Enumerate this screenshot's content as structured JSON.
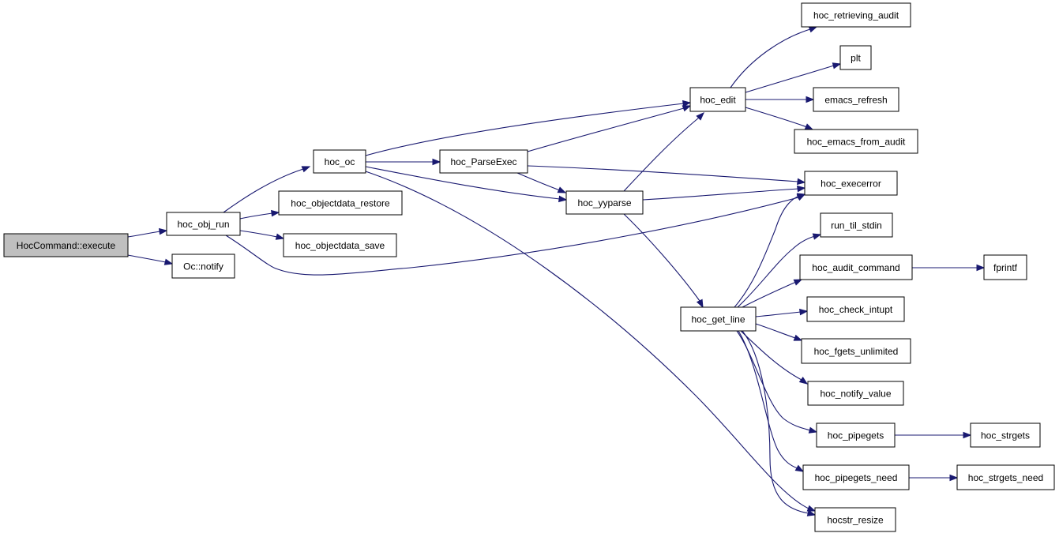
{
  "graph": {
    "colors": {
      "edge": "#191970",
      "node_border": "#000000",
      "node_fill": "#ffffff",
      "root_fill": "#bfbfbf"
    },
    "nodes": [
      {
        "id": "execute",
        "label": "HocCommand::execute",
        "root": true
      },
      {
        "id": "obj_run",
        "label": "hoc_obj_run"
      },
      {
        "id": "notify",
        "label": "Oc::notify"
      },
      {
        "id": "oc",
        "label": "hoc_oc"
      },
      {
        "id": "objdata_restore",
        "label": "hoc_objectdata_restore"
      },
      {
        "id": "objdata_save",
        "label": "hoc_objectdata_save"
      },
      {
        "id": "parseexec",
        "label": "hoc_ParseExec"
      },
      {
        "id": "yyparse",
        "label": "hoc_yyparse"
      },
      {
        "id": "edit",
        "label": "hoc_edit"
      },
      {
        "id": "get_line",
        "label": "hoc_get_line"
      },
      {
        "id": "retrieving_audit",
        "label": "hoc_retrieving_audit"
      },
      {
        "id": "plt",
        "label": "plt"
      },
      {
        "id": "emacs_refresh",
        "label": "emacs_refresh"
      },
      {
        "id": "emacs_from_audit",
        "label": "hoc_emacs_from_audit"
      },
      {
        "id": "execerror",
        "label": "hoc_execerror"
      },
      {
        "id": "run_til_stdin",
        "label": "run_til_stdin"
      },
      {
        "id": "audit_command",
        "label": "hoc_audit_command"
      },
      {
        "id": "fprintf",
        "label": "fprintf"
      },
      {
        "id": "check_intupt",
        "label": "hoc_check_intupt"
      },
      {
        "id": "fgets_unlimited",
        "label": "hoc_fgets_unlimited"
      },
      {
        "id": "notify_value",
        "label": "hoc_notify_value"
      },
      {
        "id": "pipegets",
        "label": "hoc_pipegets"
      },
      {
        "id": "strgets",
        "label": "hoc_strgets"
      },
      {
        "id": "pipegets_need",
        "label": "hoc_pipegets_need"
      },
      {
        "id": "strgets_need",
        "label": "hoc_strgets_need"
      },
      {
        "id": "hocstr_resize",
        "label": "hocstr_resize"
      }
    ],
    "edges": [
      {
        "from": "execute",
        "to": "obj_run"
      },
      {
        "from": "execute",
        "to": "notify"
      },
      {
        "from": "obj_run",
        "to": "oc"
      },
      {
        "from": "obj_run",
        "to": "objdata_restore"
      },
      {
        "from": "obj_run",
        "to": "objdata_save"
      },
      {
        "from": "obj_run",
        "to": "execerror"
      },
      {
        "from": "oc",
        "to": "edit"
      },
      {
        "from": "oc",
        "to": "parseexec"
      },
      {
        "from": "oc",
        "to": "yyparse"
      },
      {
        "from": "oc",
        "to": "hocstr_resize"
      },
      {
        "from": "parseexec",
        "to": "edit"
      },
      {
        "from": "parseexec",
        "to": "yyparse"
      },
      {
        "from": "parseexec",
        "to": "execerror"
      },
      {
        "from": "yyparse",
        "to": "edit"
      },
      {
        "from": "yyparse",
        "to": "execerror"
      },
      {
        "from": "yyparse",
        "to": "get_line"
      },
      {
        "from": "edit",
        "to": "retrieving_audit"
      },
      {
        "from": "edit",
        "to": "plt"
      },
      {
        "from": "edit",
        "to": "emacs_refresh"
      },
      {
        "from": "edit",
        "to": "emacs_from_audit"
      },
      {
        "from": "get_line",
        "to": "execerror"
      },
      {
        "from": "get_line",
        "to": "run_til_stdin"
      },
      {
        "from": "get_line",
        "to": "audit_command"
      },
      {
        "from": "get_line",
        "to": "check_intupt"
      },
      {
        "from": "get_line",
        "to": "fgets_unlimited"
      },
      {
        "from": "get_line",
        "to": "notify_value"
      },
      {
        "from": "get_line",
        "to": "pipegets"
      },
      {
        "from": "get_line",
        "to": "pipegets_need"
      },
      {
        "from": "get_line",
        "to": "hocstr_resize"
      },
      {
        "from": "audit_command",
        "to": "fprintf"
      },
      {
        "from": "pipegets",
        "to": "strgets"
      },
      {
        "from": "pipegets_need",
        "to": "strgets_need"
      }
    ]
  }
}
